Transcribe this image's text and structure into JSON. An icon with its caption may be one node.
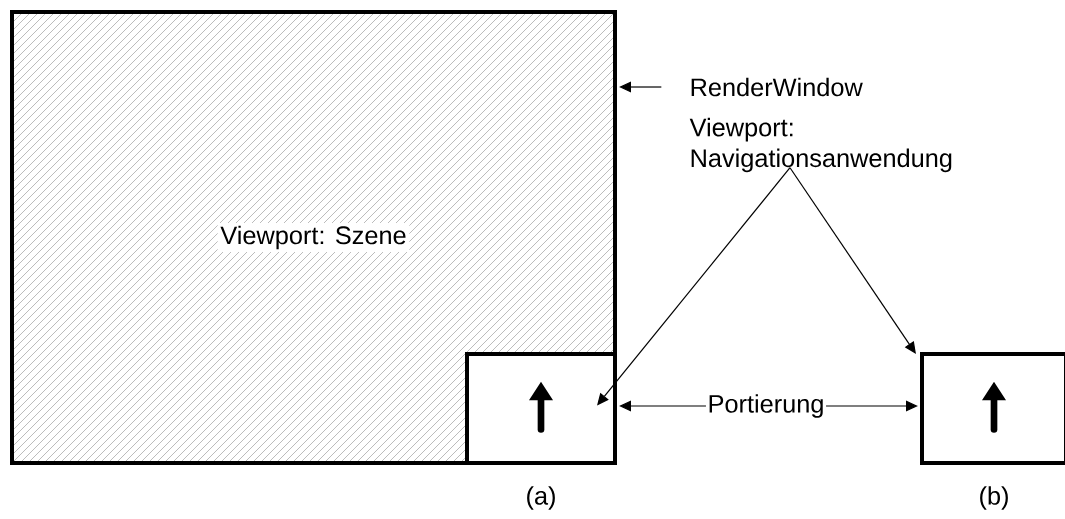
{
  "diagram": {
    "nodes": [
      {
        "text": [
          "Viewport: Szene"
        ]
      },
      {
        "text": [],
        "shape": "box",
        "in": 0,
        "beside": [
          "(a)"
        ]
      },
      {
        "text": [],
        "shape": "box",
        "beside": [
          "(b)"
        ]
      },
      {
        "text": [
          "RenderWindow"
        ]
      },
      {
        "text": [
          "Viewport: Navigationsanwendung"
        ]
      },
      {
        "text": [
          "Portierung"
        ]
      }
    ],
    "edges": [
      {
        "from": 3,
        "to": 0,
        "arrow": "to"
      },
      {
        "from": 4,
        "to": 1,
        "arrow": "to"
      },
      {
        "from": 4,
        "to": 2,
        "arrow": "to"
      },
      {
        "from": 5,
        "to": 1,
        "arrow": "to"
      },
      {
        "from": 5,
        "to": 2,
        "arrow": "to"
      }
    ]
  }
}
